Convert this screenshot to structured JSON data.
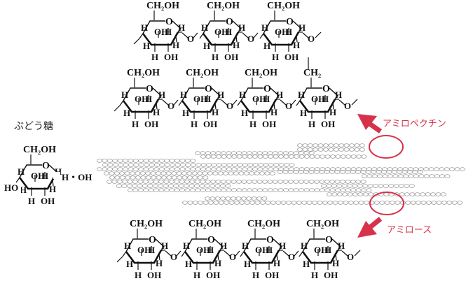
{
  "labels": {
    "glucose": "ぶどう糖",
    "amylopectin": "アミロペクチン",
    "amylose": "アミロース"
  },
  "atoms": {
    "ch2oh": "CH₂OH",
    "ch2": "CH₂",
    "o": "O",
    "h": "H",
    "oh": "OH",
    "ho": "HO",
    "h_oh": "H・OH"
  },
  "colors": {
    "accent": "#d6334b",
    "ink": "#111111",
    "chain": "#9a9a9a"
  },
  "icons": [
    "arrow-up-left-icon",
    "arrow-down-left-icon",
    "highlight-circle-icon"
  ]
}
